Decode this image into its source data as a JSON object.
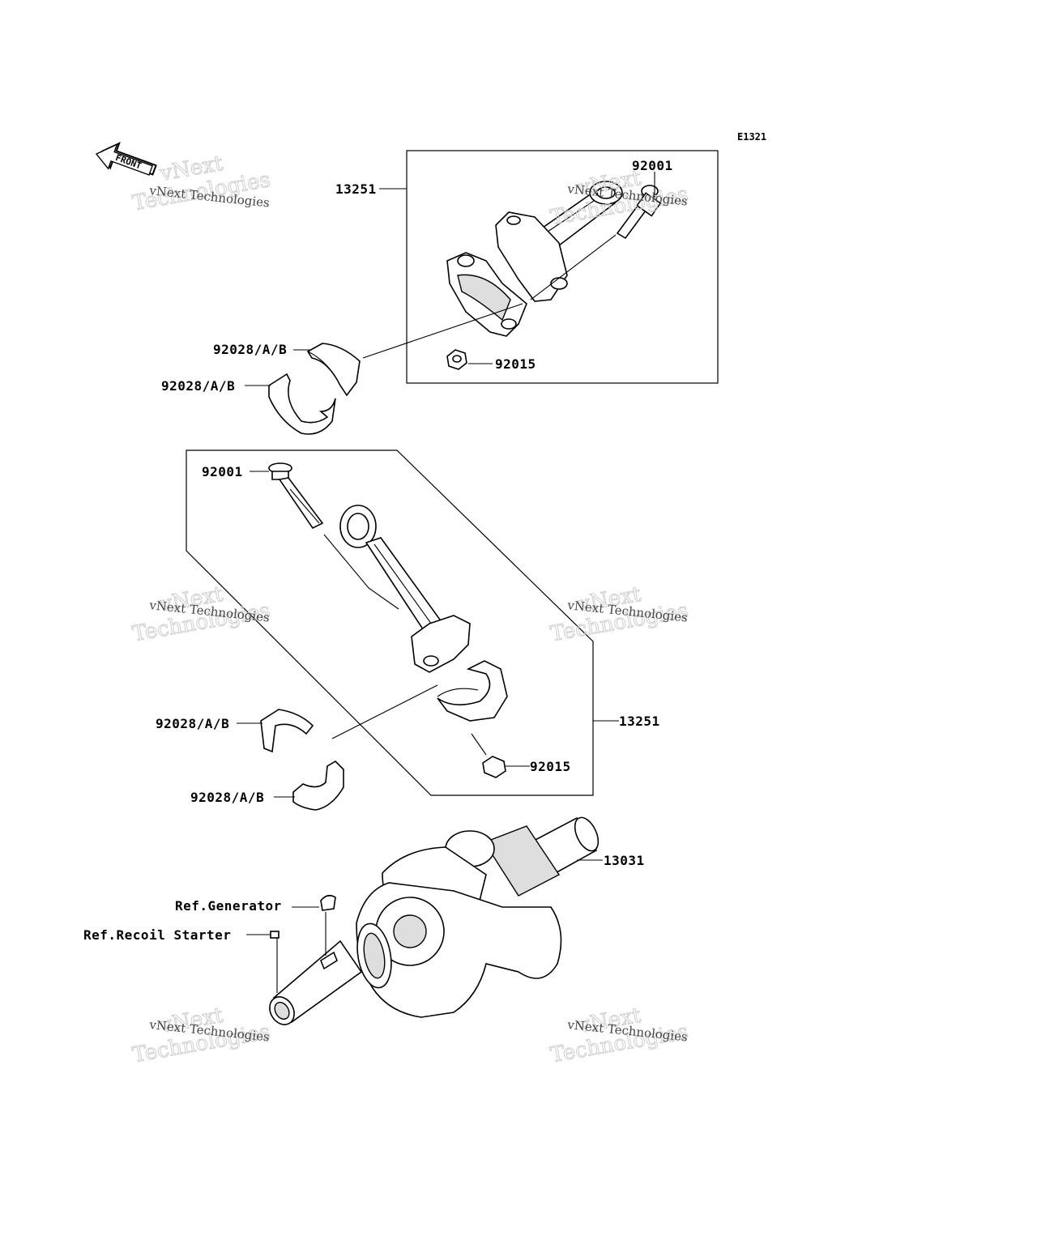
{
  "diagram_code": "E1321",
  "front_marker": "FRONT",
  "labels": {
    "conrod_top": "13251",
    "bolt_top": "92001",
    "bearing_top_1": "92028/A/B",
    "bearing_top_2": "92028/A/B",
    "nut_top": "92015",
    "bolt_mid": "92001",
    "conrod_mid": "13251",
    "bearing_mid_1": "92028/A/B",
    "bearing_mid_2": "92028/A/B",
    "nut_mid": "92015",
    "crankshaft": "13031",
    "ref_generator": "Ref.Generator",
    "ref_recoil": "Ref.Recoil Starter"
  },
  "watermarks": {
    "line1": "vNext Technologies",
    "big_a": "vNext",
    "big_b": "Technologies"
  }
}
